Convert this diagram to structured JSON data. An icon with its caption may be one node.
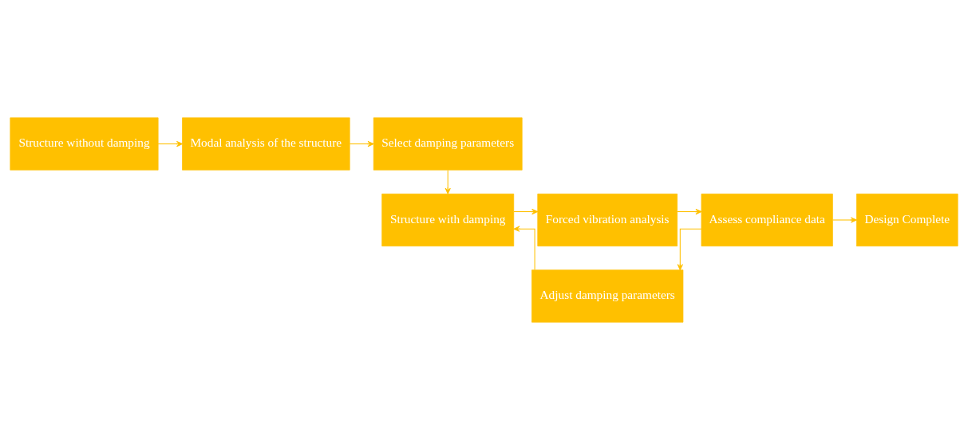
{
  "diagram": {
    "nodes": [
      {
        "text": [
          "Structure without damping"
        ]
      },
      {
        "text": [
          "Modal analysis of the structure"
        ]
      },
      {
        "text": [
          "Select damping parameters"
        ]
      },
      {
        "text": [
          "Structure with damping"
        ]
      },
      {
        "text": [
          "Forced vibration analysis"
        ]
      },
      {
        "text": [
          "Assess compliance data"
        ]
      },
      {
        "text": [
          "Design Complete"
        ]
      },
      {
        "text": [
          "Adjust damping parameters"
        ]
      }
    ],
    "edges": [
      {
        "from": 0,
        "to": 1,
        "arrow": "to"
      },
      {
        "from": 1,
        "to": 2,
        "arrow": "to"
      },
      {
        "from": 2,
        "to": 3,
        "arrow": "to"
      },
      {
        "from": 3,
        "to": 4,
        "arrow": "to"
      },
      {
        "from": 4,
        "to": 5,
        "arrow": "to"
      },
      {
        "from": 5,
        "to": 6,
        "arrow": "to"
      },
      {
        "from": 5,
        "to": 7,
        "arrow": "to"
      },
      {
        "from": 7,
        "to": 3,
        "arrow": "to"
      }
    ]
  }
}
